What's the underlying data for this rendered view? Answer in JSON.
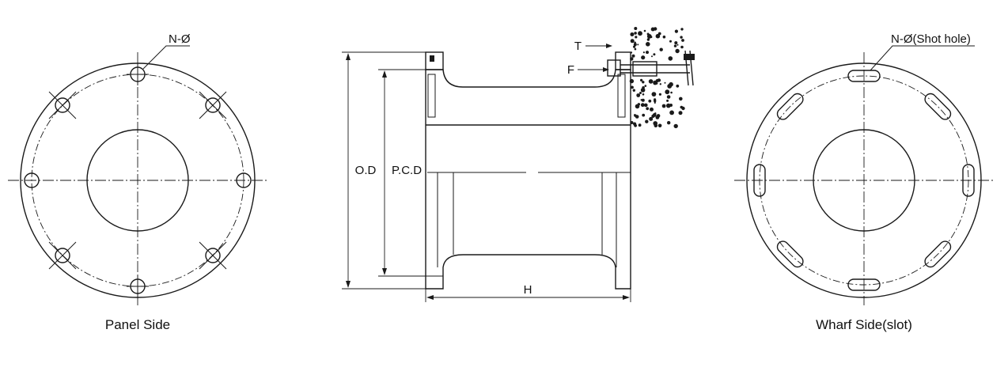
{
  "panel_side": {
    "caption": "Panel Side",
    "hole_label": "N-Ø"
  },
  "section": {
    "od_label": "O.D",
    "pcd_label": "P.C.D",
    "h_label": "H",
    "t_label": "T",
    "f_label": "F"
  },
  "wharf_side": {
    "caption": "Wharf Side(slot)",
    "hole_label": "N-Ø(Shot hole)"
  },
  "colors": {
    "line": "#1a1a1a",
    "background": "#ffffff"
  }
}
